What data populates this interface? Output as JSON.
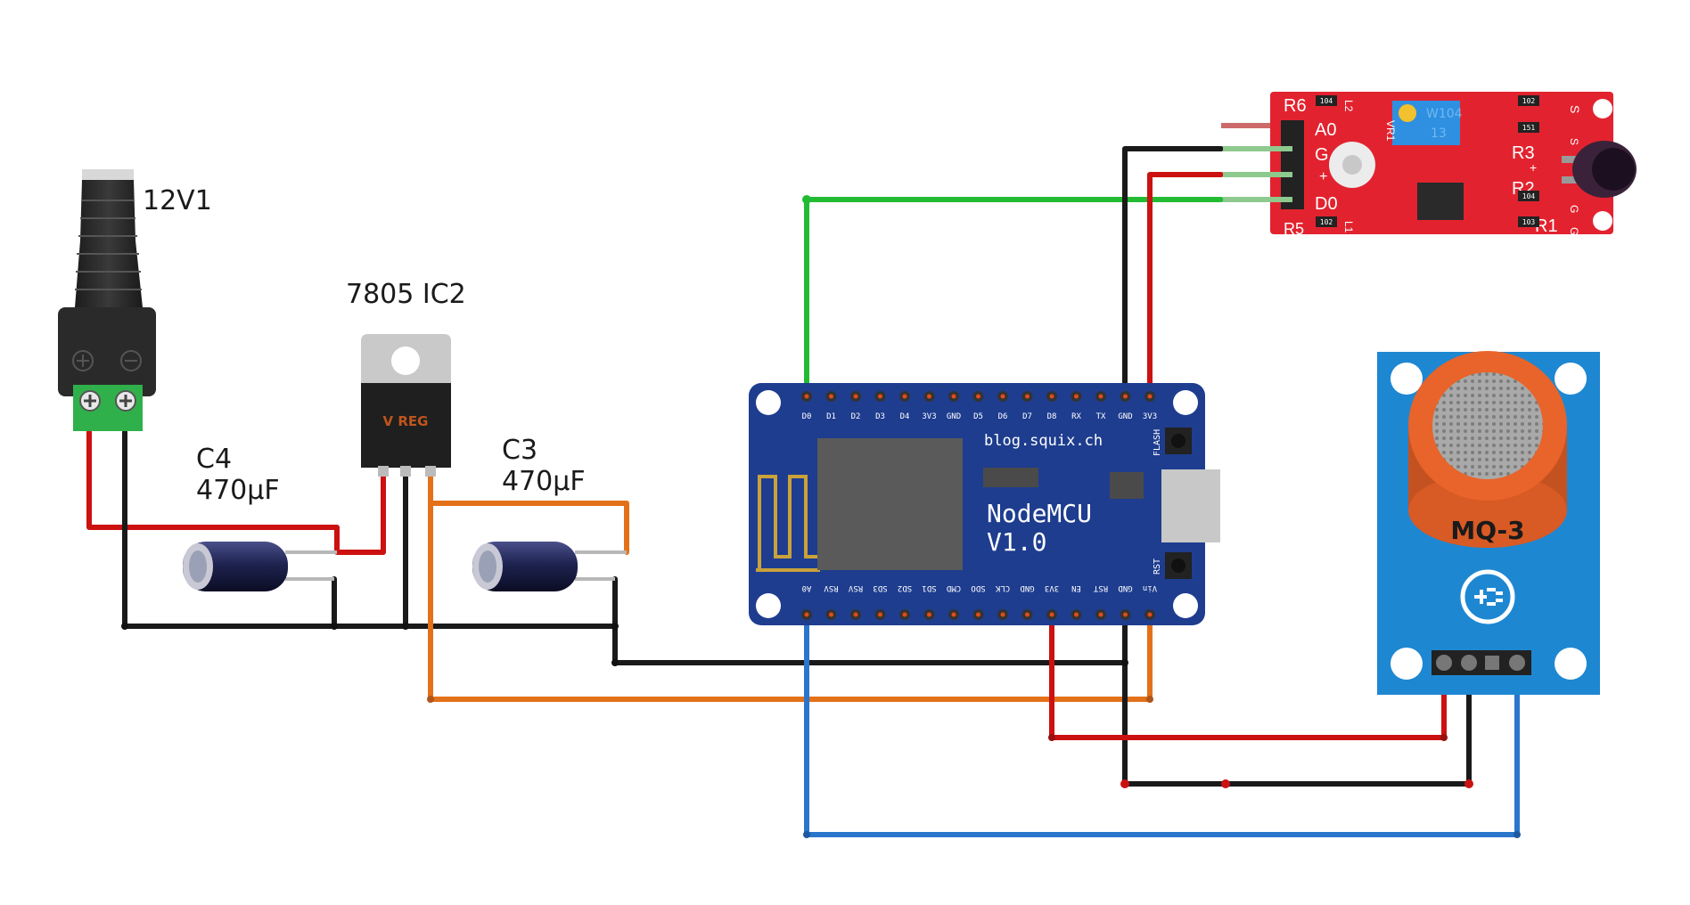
{
  "components": {
    "power_jack": {
      "label": "12V1"
    },
    "regulator": {
      "label": "7805 IC2",
      "marking": "V REG"
    },
    "cap_c4": {
      "name": "C4",
      "value": "470µF"
    },
    "cap_c3": {
      "name": "C3",
      "value": "470µF"
    },
    "nodemcu": {
      "title": "NodeMCU",
      "version": "V1.0",
      "url": "blog.squix.ch",
      "flash_label": "FLASH",
      "rst_label": "RST",
      "top_pins": [
        "D0",
        "D1",
        "D2",
        "D3",
        "D4",
        "3V3",
        "GND",
        "D5",
        "D6",
        "D7",
        "D8",
        "RX",
        "TX",
        "GND",
        "3V3"
      ],
      "bottom_pins": [
        "A0",
        "RSV",
        "RSV",
        "SD3",
        "SD2",
        "SD1",
        "CMD",
        "SDO",
        "CLK",
        "GND",
        "3V3",
        "EN",
        "RST",
        "GND",
        "Vin"
      ]
    },
    "ir_sensor": {
      "labels": [
        "R6",
        "A0",
        "G",
        "+",
        "D0",
        "R5",
        "R3",
        "R2",
        "R1",
        "VR1",
        "L2",
        "L1",
        "S",
        "S",
        "G",
        "G",
        "+"
      ],
      "pot_marking": "W104",
      "pot_code": "13",
      "smd_codes": [
        "104",
        "102",
        "151",
        "104",
        "102",
        "103"
      ]
    },
    "mq3": {
      "label": "MQ-3"
    }
  },
  "colors": {
    "wire_red": "#cc1111",
    "wire_black": "#1a1a1a",
    "wire_green": "#22bb33",
    "wire_orange": "#e2711a",
    "wire_blue": "#2a76cc",
    "nodemcu_board": "#1e3d8f",
    "ir_board": "#e2232f",
    "mq3_board": "#1e87d2",
    "mq3_cap": "#e8642a",
    "terminal_green": "#2fb04a"
  }
}
